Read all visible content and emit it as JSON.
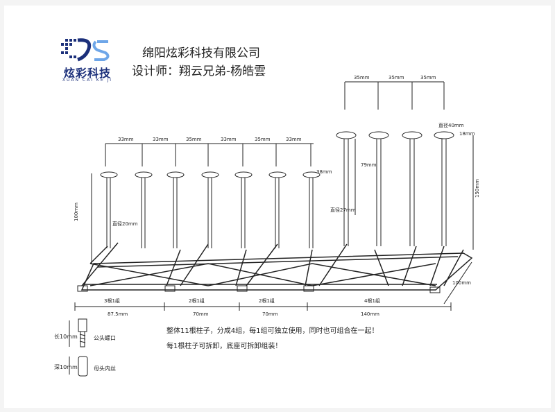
{
  "header": {
    "logo_text": "炫彩科技",
    "logo_subtitle": "XUAN CAI KE JI",
    "company_name": "绵阳炫彩科技有限公司",
    "designer": "设计师：翔云兄弟-杨皓雲"
  },
  "dimensions": {
    "pole_spacing": "35mm",
    "pole_spacing_alt": "33mm",
    "left_height": "100mm",
    "right_height": "150mm",
    "mid_height": "79mm",
    "small_dim": "38mm",
    "small_dim2": "18mm",
    "dia_left": "直径20mm",
    "dia_mid": "直径27mm",
    "dia_right": "直径40mm",
    "depth": "100mm",
    "group1": "3根1组",
    "group2": "2根1组",
    "group3": "2根1组",
    "group4": "4根1组",
    "len1": "87.5mm",
    "len2": "70mm",
    "len3": "70mm",
    "len4": "140mm"
  },
  "parts": {
    "male_len": "长10mm",
    "male_label": "公头螺口",
    "female_len": "深10mm",
    "female_label": "母头内丝"
  },
  "notes": {
    "line1": "整体11根柱子，分成4组，每1组可独立使用，同时也可组合在一起！",
    "line2": "每1根柱子可拆卸，底座可拆卸组装！"
  },
  "colors": {
    "logo": "#1b2f7a",
    "ink": "#222222"
  }
}
